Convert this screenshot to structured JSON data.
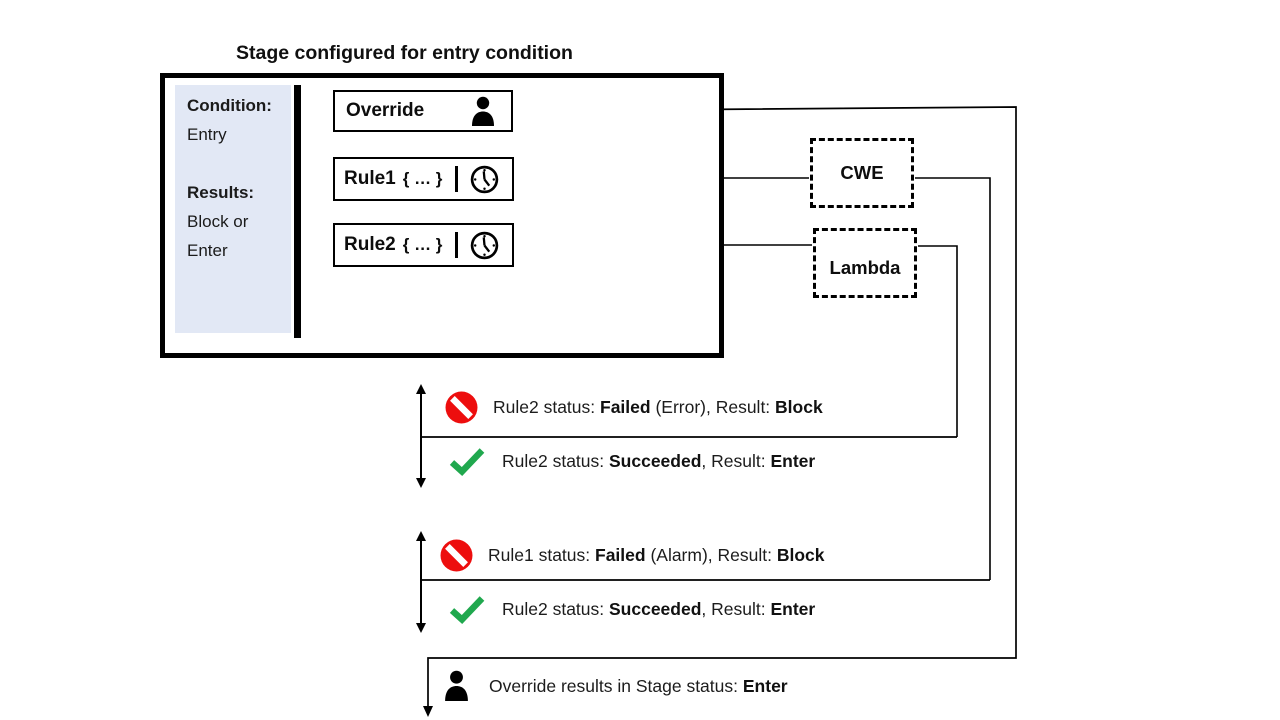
{
  "title": "Stage configured for entry condition",
  "stage": {
    "panel": {
      "condition_label": "Condition:",
      "condition_value": "Entry",
      "results_label": "Results:",
      "results_line1": "Block or",
      "results_line2": "Enter"
    },
    "override": {
      "label": "Override"
    },
    "rule1": {
      "label": "Rule1",
      "body": "{ … }"
    },
    "rule2": {
      "label": "Rule2",
      "body": "{ … }"
    }
  },
  "services": {
    "cwe": {
      "label": "CWE"
    },
    "lambda": {
      "label": "Lambda"
    }
  },
  "status_rows": [
    {
      "icon": "blocked",
      "segments": [
        {
          "text": "Rule2 status: "
        },
        {
          "text": "Failed",
          "bold": true
        },
        {
          "text": " (Error), Result: "
        },
        {
          "text": "Block",
          "bold": true
        }
      ]
    },
    {
      "icon": "check",
      "segments": [
        {
          "text": "Rule2 status: "
        },
        {
          "text": "Succeeded",
          "bold": true
        },
        {
          "text": ", Result: "
        },
        {
          "text": "Enter",
          "bold": true
        }
      ]
    },
    {
      "icon": "blocked",
      "segments": [
        {
          "text": "Rule1 status: "
        },
        {
          "text": "Failed",
          "bold": true
        },
        {
          "text": " (Alarm), Result: "
        },
        {
          "text": "Block",
          "bold": true
        }
      ]
    },
    {
      "icon": "check",
      "segments": [
        {
          "text": "Rule2 status: "
        },
        {
          "text": "Succeeded",
          "bold": true
        },
        {
          "text": ", Result: "
        },
        {
          "text": "Enter",
          "bold": true
        }
      ]
    },
    {
      "icon": "person",
      "segments": [
        {
          "text": "Override results in Stage status: "
        },
        {
          "text": "Enter",
          "bold": true
        }
      ]
    }
  ],
  "colors": {
    "fail_red": "#ED0E0E",
    "success_green": "#20A84E",
    "panel_fill": "#E2E8F5",
    "line_black": "#000000"
  }
}
